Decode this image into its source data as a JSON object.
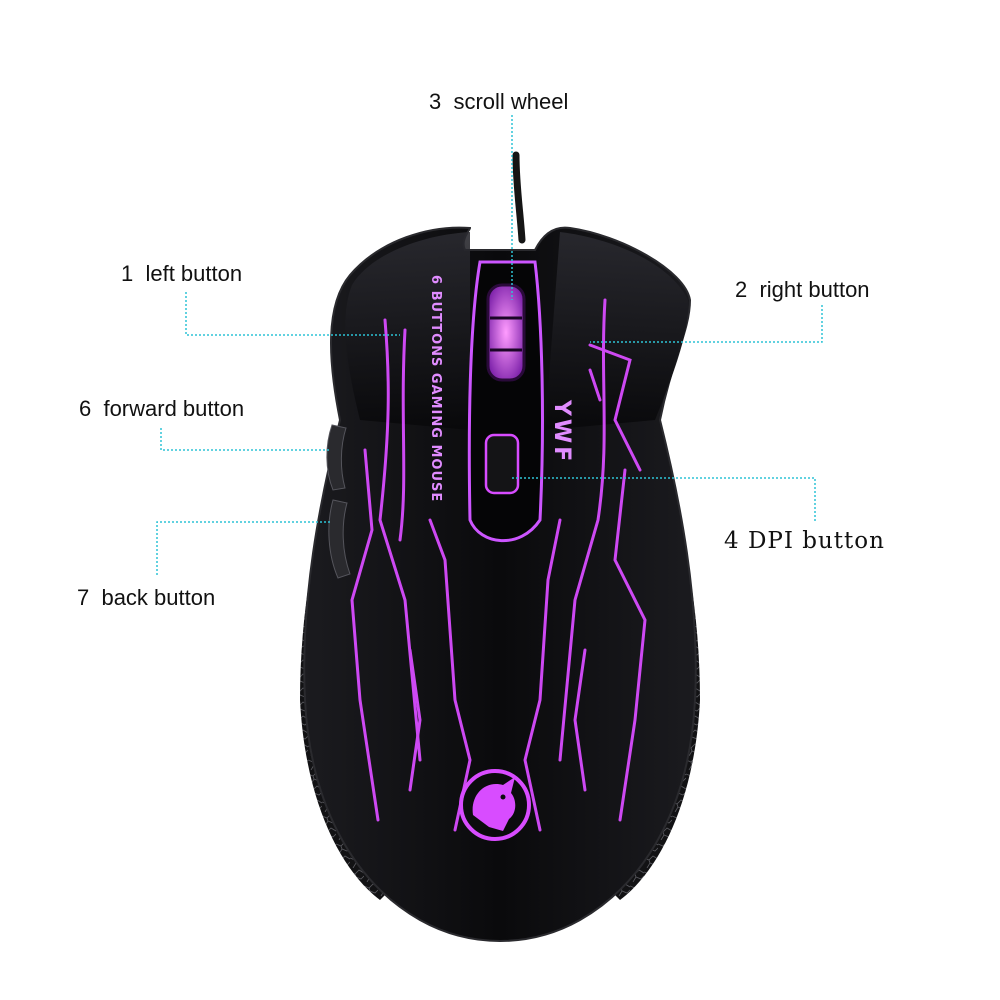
{
  "diagram": {
    "labels": {
      "scroll_wheel": "3  scroll wheel",
      "left_button": "1  left button",
      "right_button": "2  right button",
      "forward_button": "6  forward button",
      "dpi_button": "4 DPI button",
      "back_button": "7  back button"
    },
    "product": {
      "side_text": "6 BUTTONS GAMING MOUSE",
      "brand_logo": "YWF"
    },
    "colors": {
      "leader_line": "#2ec4d6",
      "glow": "#d84cff",
      "body": "#0b0b0d",
      "label_text": "#111111"
    }
  }
}
